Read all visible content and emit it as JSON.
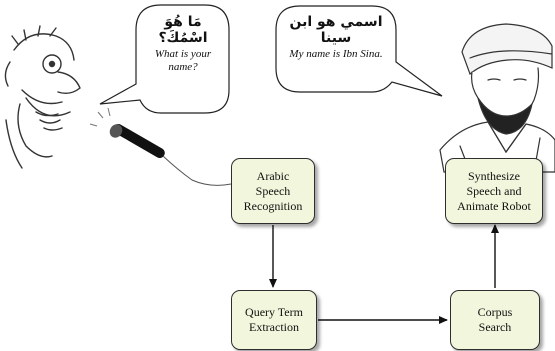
{
  "bubbles": {
    "left": {
      "arabic": "مَا هُوَ اسْمُكَ؟",
      "english": "What is your name?"
    },
    "right": {
      "arabic": "اسمي هو ابن سينا",
      "english": "My name is Ibn Sina."
    }
  },
  "nodes": {
    "speech_recognition": "Arabic\nSpeech\nRecognition",
    "query_extraction": "Query Term\nExtraction",
    "corpus_search": "Corpus\nSearch",
    "synthesize": "Synthesize\nSpeech and\nAnimate Robot"
  },
  "colors": {
    "node_fill": "#f2f6dc",
    "node_border": "#2e2e2e",
    "arrow": "#111111"
  },
  "icons": [
    "microphone-icon",
    "cartoon-face-icon",
    "ibn-sina-portrait-icon"
  ]
}
